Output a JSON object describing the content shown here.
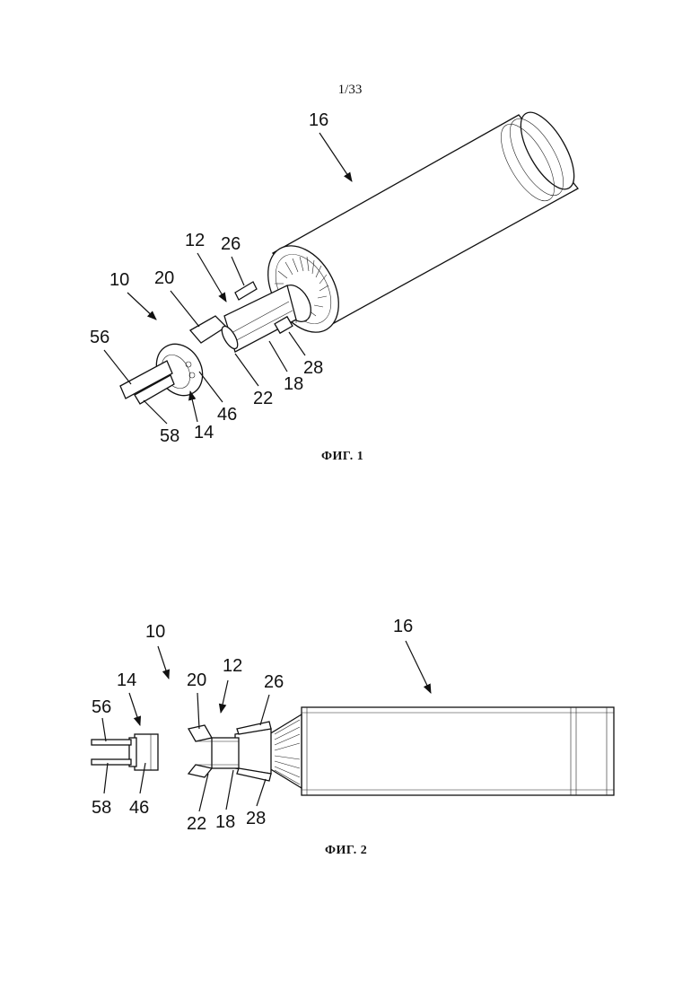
{
  "page_number": "1/33",
  "figures": [
    {
      "caption": "ФИГ. 1",
      "labels": [
        "16",
        "12",
        "26",
        "10",
        "20",
        "56",
        "46",
        "14",
        "58",
        "22",
        "18",
        "28"
      ]
    },
    {
      "caption": "ФИГ. 2",
      "labels": [
        "16",
        "10",
        "14",
        "20",
        "12",
        "26",
        "56",
        "58",
        "46",
        "22",
        "18",
        "28"
      ]
    }
  ]
}
